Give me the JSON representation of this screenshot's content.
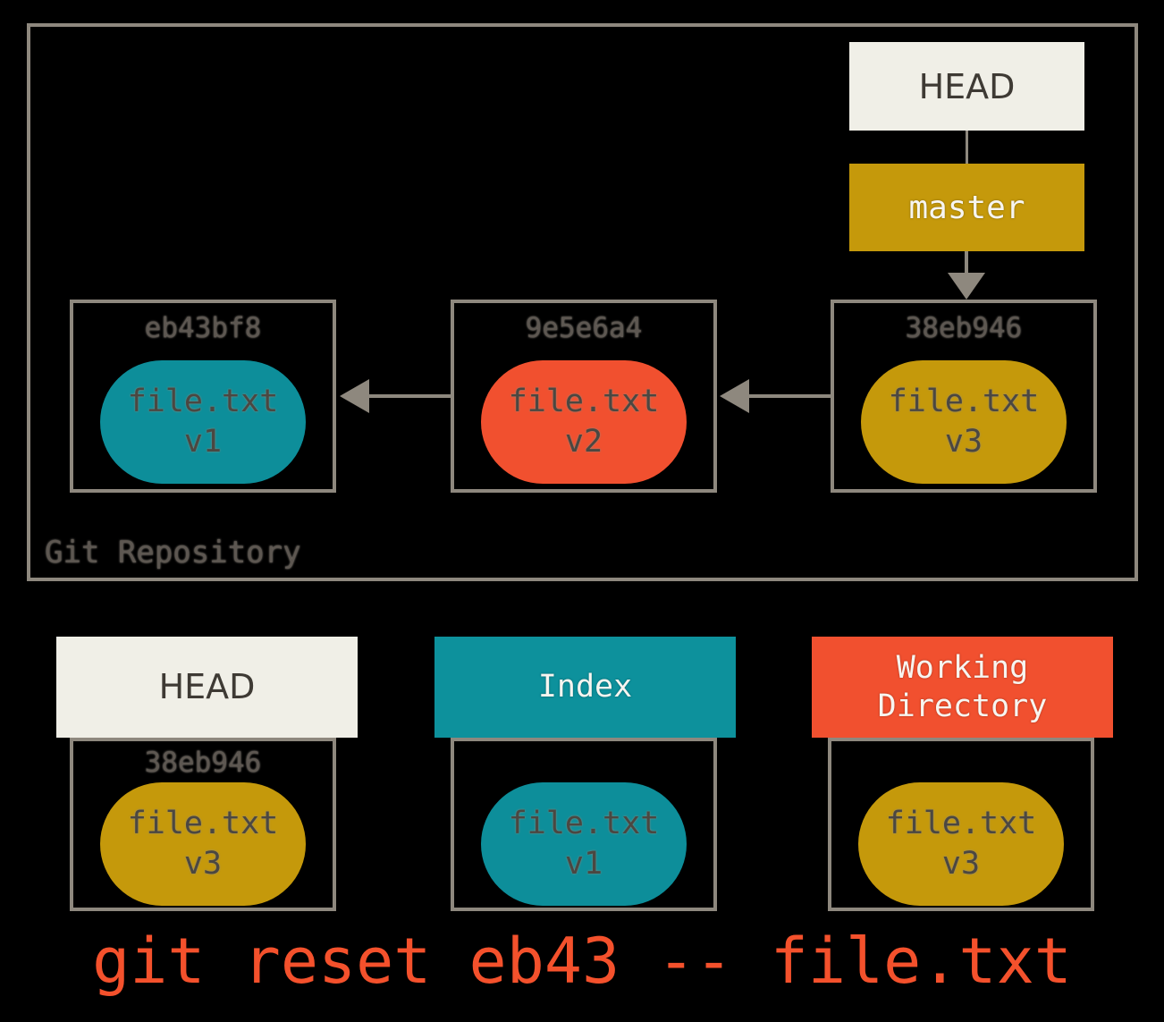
{
  "colors": {
    "background": "#000000",
    "frame": "#8e887e",
    "hash_text": "#5d5751",
    "blob_text": "#4b4741"
  },
  "repo": {
    "label": "Git Repository",
    "head": {
      "label": "HEAD",
      "bg": "#f0efe7",
      "fg": "#3e3a34"
    },
    "branch": {
      "label": "master",
      "bg": "#c5990b",
      "fg": "#f7f5f0"
    },
    "commits": [
      {
        "hash": "eb43bf8",
        "file": "file.txt",
        "version": "v1",
        "blob_color": "#0d8e9a"
      },
      {
        "hash": "9e5e6a4",
        "file": "file.txt",
        "version": "v2",
        "blob_color": "#f1502f"
      },
      {
        "hash": "38eb946",
        "file": "file.txt",
        "version": "v3",
        "blob_color": "#c5990b"
      }
    ]
  },
  "sections": [
    {
      "title": "HEAD",
      "header_bg": "#f0efe7",
      "header_fg": "#3e3a34",
      "hash": "38eb946",
      "file": "file.txt",
      "version": "v3",
      "blob_color": "#c5990b"
    },
    {
      "title": "Index",
      "header_bg": "#0d919c",
      "header_fg": "#f7f5f0",
      "hash": "",
      "file": "file.txt",
      "version": "v1",
      "blob_color": "#0d8e9a"
    },
    {
      "title": "Working Directory",
      "header_bg": "#f1502f",
      "header_fg": "#f7f5f0",
      "hash": "",
      "file": "file.txt",
      "version": "v3",
      "blob_color": "#c5990b"
    }
  ],
  "command": {
    "text": "git reset eb43 -- file.txt",
    "color": "#f4512c"
  }
}
